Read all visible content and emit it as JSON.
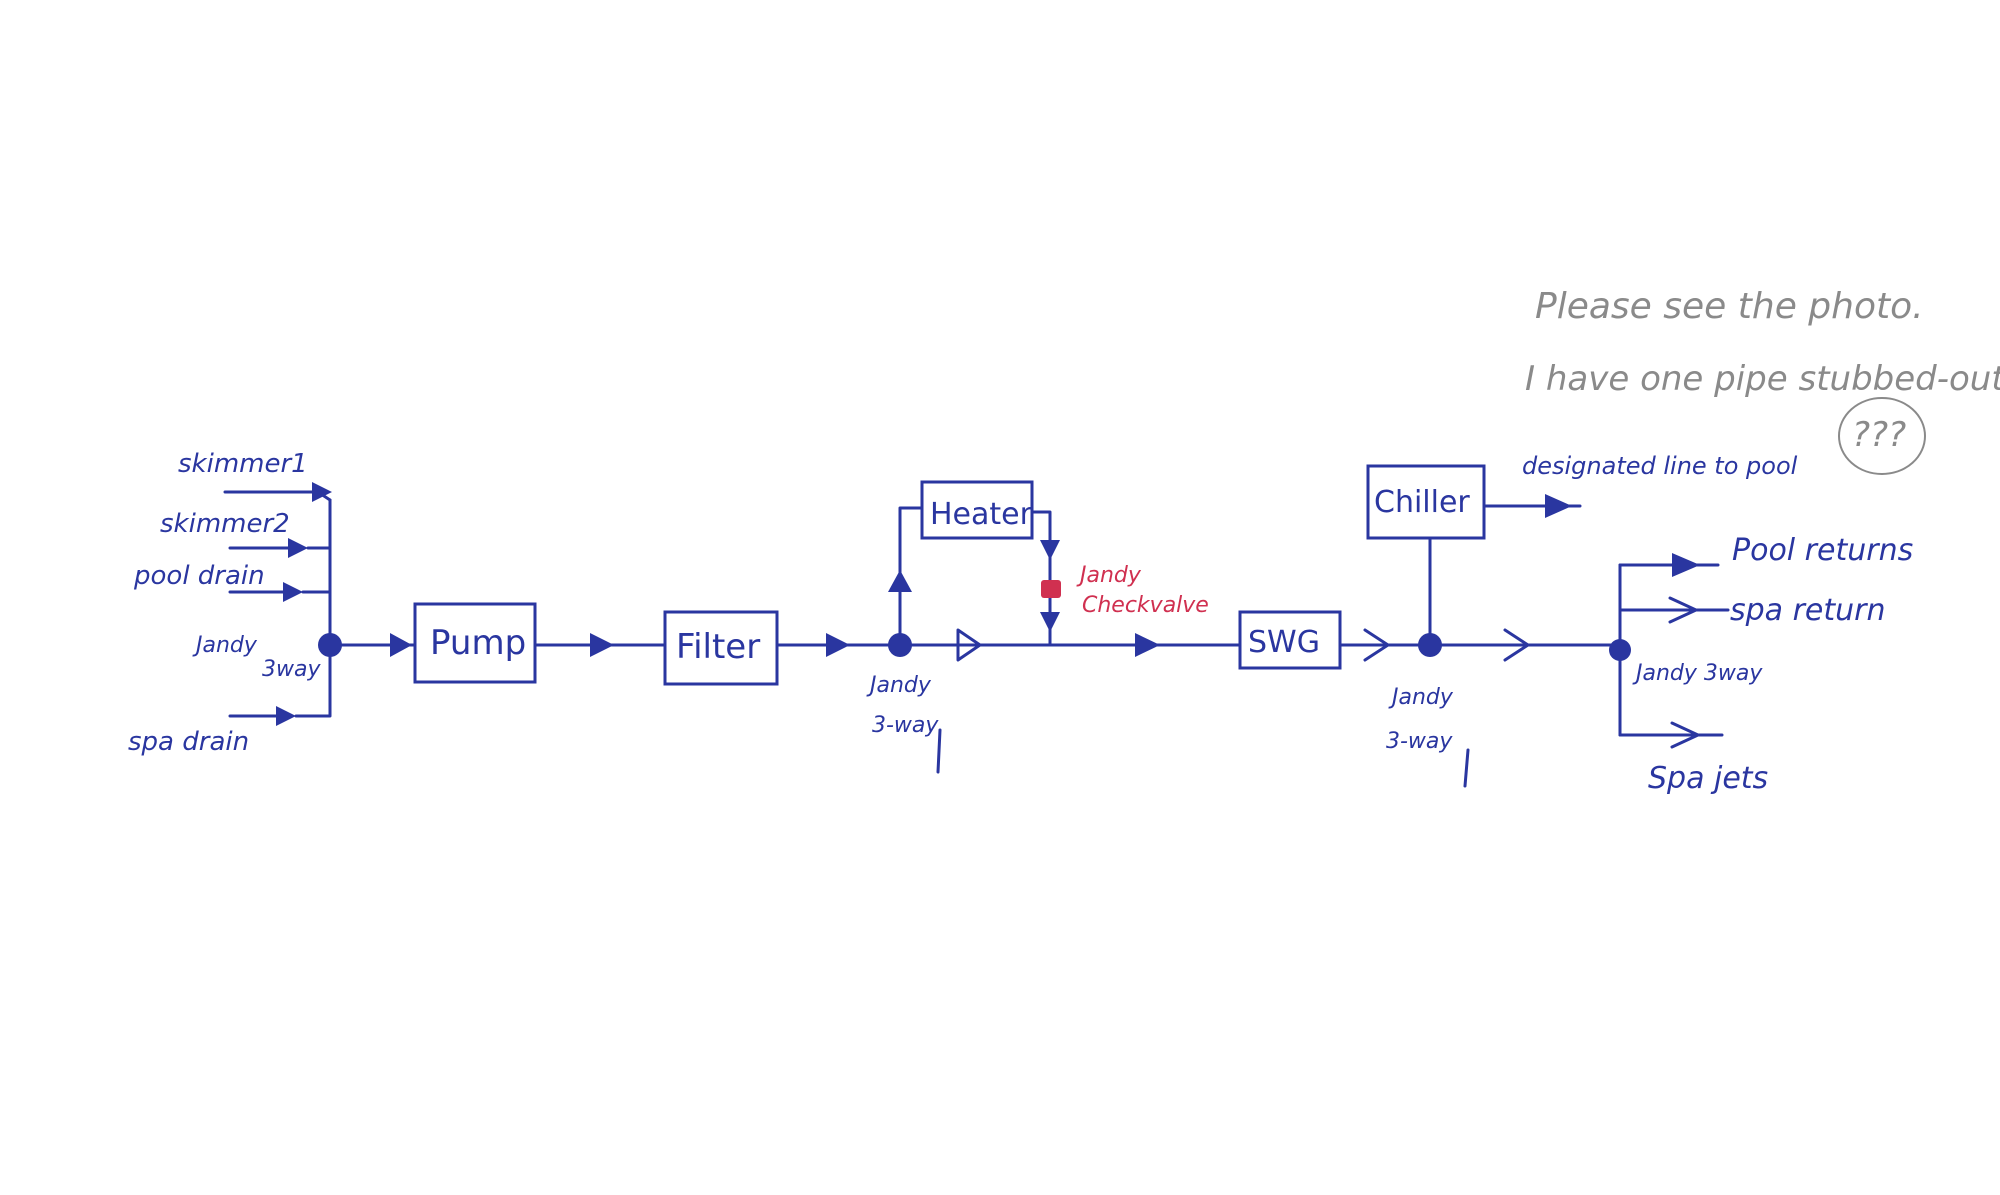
{
  "inputs": {
    "skimmer1": "skimmer1",
    "skimmer2": "skimmer2",
    "pool_drain": "pool drain",
    "spa_drain": "spa drain",
    "valve1_line1": "Jandy",
    "valve1_line2": "3way"
  },
  "components": {
    "pump": "Pump",
    "filter": "Filter",
    "heater": "Heater",
    "swg": "SWG",
    "chiller": "Chiller"
  },
  "valves": {
    "valve2_line1": "Jandy",
    "valve2_line2": "3-way",
    "check_line1": "Jandy",
    "check_line2": "Checkvalve",
    "valve3_line1": "Jandy",
    "valve3_line2": "3-way",
    "valve4": "Jandy 3way"
  },
  "outputs": {
    "designated": "designated line to pool",
    "pool_returns": "Pool returns",
    "spa_return": "spa return",
    "spa_jets": "Spa jets"
  },
  "note": {
    "line1": "Please see the photo.",
    "line2": "I have one pipe stubbed-out",
    "marks": "???"
  },
  "colors": {
    "ink": "#2a36a0",
    "check_valve": "#d03050",
    "note": "#8a8a8a"
  }
}
